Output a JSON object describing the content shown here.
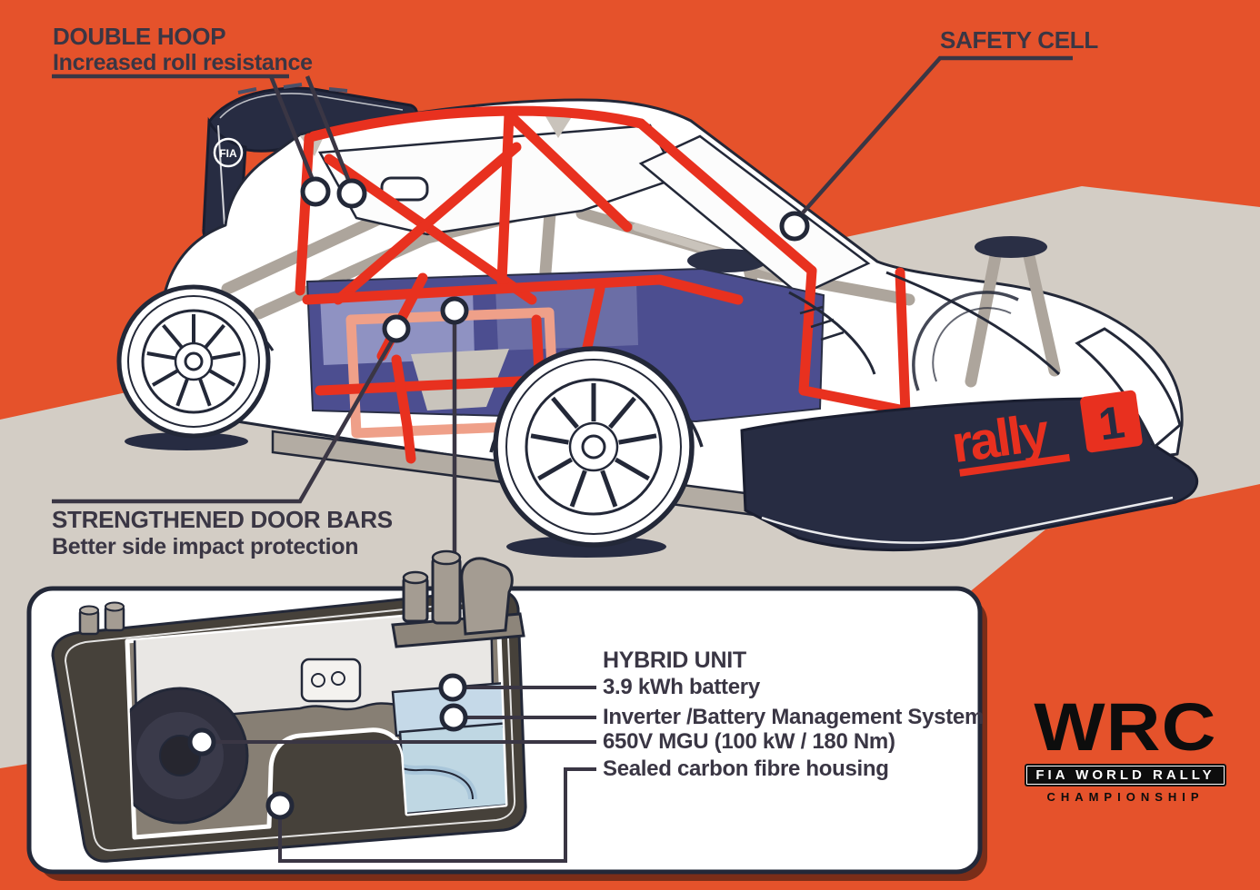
{
  "poster": {
    "labels": {
      "double_hoop": {
        "title": "DOUBLE HOOP",
        "subtitle": "Increased roll resistance"
      },
      "safety_cell": {
        "title": "SAFETY CELL"
      },
      "door_bars": {
        "title": "STRENGTHENED DOOR BARS",
        "subtitle": "Better side impact protection"
      },
      "hybrid": {
        "title": "HYBRID UNIT",
        "items": [
          "3.9 kWh battery",
          "Inverter /Battery Management System",
          "650V MGU (100 kW / 180 Nm)",
          "Sealed carbon fibre housing"
        ]
      }
    },
    "logos": {
      "fia_wing_badge": "FIA",
      "rally1": {
        "word": "rally",
        "number": "1"
      },
      "wrc": {
        "acronym": "WRC",
        "line1": "FIA WORLD RALLY",
        "line2": "CHAMPIONSHIP"
      }
    },
    "colors": {
      "background_orange": "#E5522B",
      "band_gray": "#D3CDC5",
      "ink_text": "#3A3644",
      "outline_navy": "#232838",
      "cage_red": "#E8311F",
      "door_blue": "#4C4E90",
      "door_blue_light": "#8F92C2",
      "door_bar_salmon": "#EFA089",
      "panel_shadow_maroon": "#7A2D18",
      "housing_dark": "#46413A",
      "housing_gray": "#877F74",
      "battery_gray": "#E9E7E4",
      "coolant_blue": "#C5D9E8",
      "structure_gray": "#ADA59C",
      "wrc_black": "#0D0D0D"
    }
  }
}
